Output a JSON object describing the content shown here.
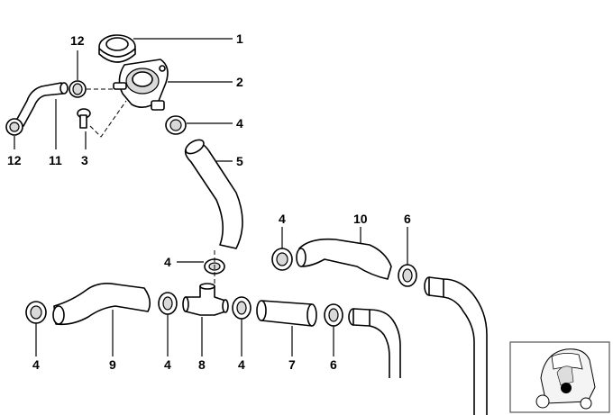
{
  "callouts": [
    {
      "id": "cap",
      "label": "1"
    },
    {
      "id": "expansion-housing",
      "label": "2"
    },
    {
      "id": "bolt",
      "label": "3"
    },
    {
      "id": "clamp-top",
      "label": "4"
    },
    {
      "id": "hose-upper",
      "label": "5"
    },
    {
      "id": "clamp-left-mid",
      "label": "4"
    },
    {
      "id": "clamp-right-top",
      "label": "4"
    },
    {
      "id": "hose-10",
      "label": "10"
    },
    {
      "id": "clamp-6-top",
      "label": "6"
    },
    {
      "id": "clamp-12-top",
      "label": "12"
    },
    {
      "id": "clamp-12-bottom",
      "label": "12"
    },
    {
      "id": "hose-11",
      "label": "11"
    },
    {
      "id": "clamp-bottom-left",
      "label": "4"
    },
    {
      "id": "hose-9",
      "label": "9"
    },
    {
      "id": "clamp-bottom-2",
      "label": "4"
    },
    {
      "id": "tee-8",
      "label": "8"
    },
    {
      "id": "clamp-bottom-3",
      "label": "4"
    },
    {
      "id": "hose-7",
      "label": "7"
    },
    {
      "id": "clamp-6-bottom",
      "label": "6"
    }
  ],
  "inset": {
    "description_icon": "scooter-location-icon"
  }
}
